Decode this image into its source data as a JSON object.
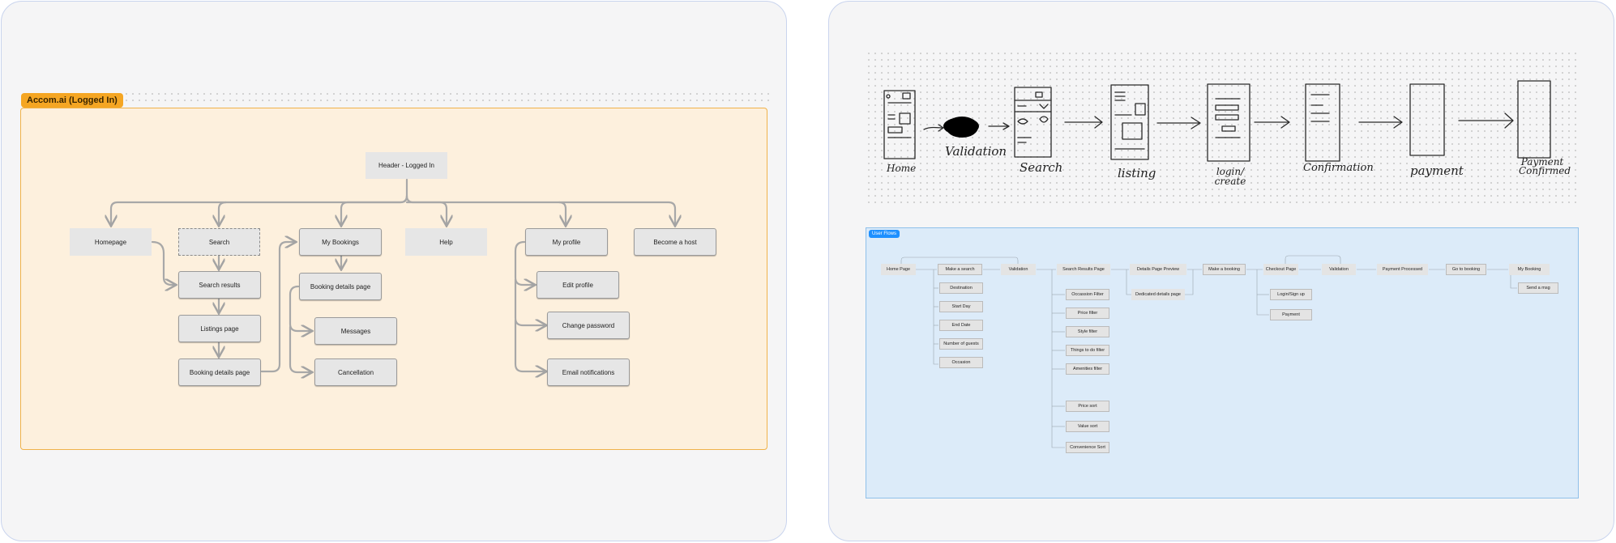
{
  "sitemap": {
    "tag": "Accom.ai (Logged In)",
    "header": "Header - Logged In",
    "top_nav": {
      "homepage": "Homepage",
      "search": "Search",
      "my_bookings": "My Bookings",
      "help": "Help",
      "my_profile": "My profile",
      "become_host": "Become a host"
    },
    "search_children": {
      "search_results": "Search results",
      "listings_page": "Listings page",
      "booking_details": "Booking details page"
    },
    "bookings_children": {
      "booking_details": "Booking details page",
      "messages": "Messages",
      "cancellation": "Cancellation"
    },
    "profile_children": {
      "edit_profile": "Edit profile",
      "change_password": "Change password",
      "email_notifications": "Email notifications"
    }
  },
  "wireframes": {
    "labels": {
      "home": "Home",
      "validation": "Validation",
      "search": "Search",
      "listing": "listing",
      "login": "login/ create",
      "confirmation": "Confirmation",
      "payment": "payment",
      "payment_confirmed": "Payment Confirmed"
    }
  },
  "user_flows": {
    "tag": "User Flows",
    "main": {
      "home": "Home Page",
      "make_search": "Make a search",
      "validation1": "Validation",
      "results": "Search Results Page",
      "details_preview": "Details Page Preview",
      "make_booking": "Make a booking",
      "checkout": "Checkout Page",
      "validation2": "Validation",
      "payment_processed": "Payment Processed",
      "go_to_booking": "Go to booking",
      "my_booking": "My Booking"
    },
    "search_fields": [
      "Destination",
      "Start Day",
      "End Date",
      "Number of guests",
      "Occasion"
    ],
    "filters": [
      "Occassion Filter",
      "Price filter",
      "Style filter",
      "Things to do filter",
      "Amenities filter"
    ],
    "sorts": [
      "Price sort",
      "Value sort",
      "Convenience Sort"
    ],
    "dedicated_details": "Dedicated details page",
    "login_signup": "Login/Sign up",
    "payment": "Payment",
    "send_msg": "Send a msg"
  }
}
